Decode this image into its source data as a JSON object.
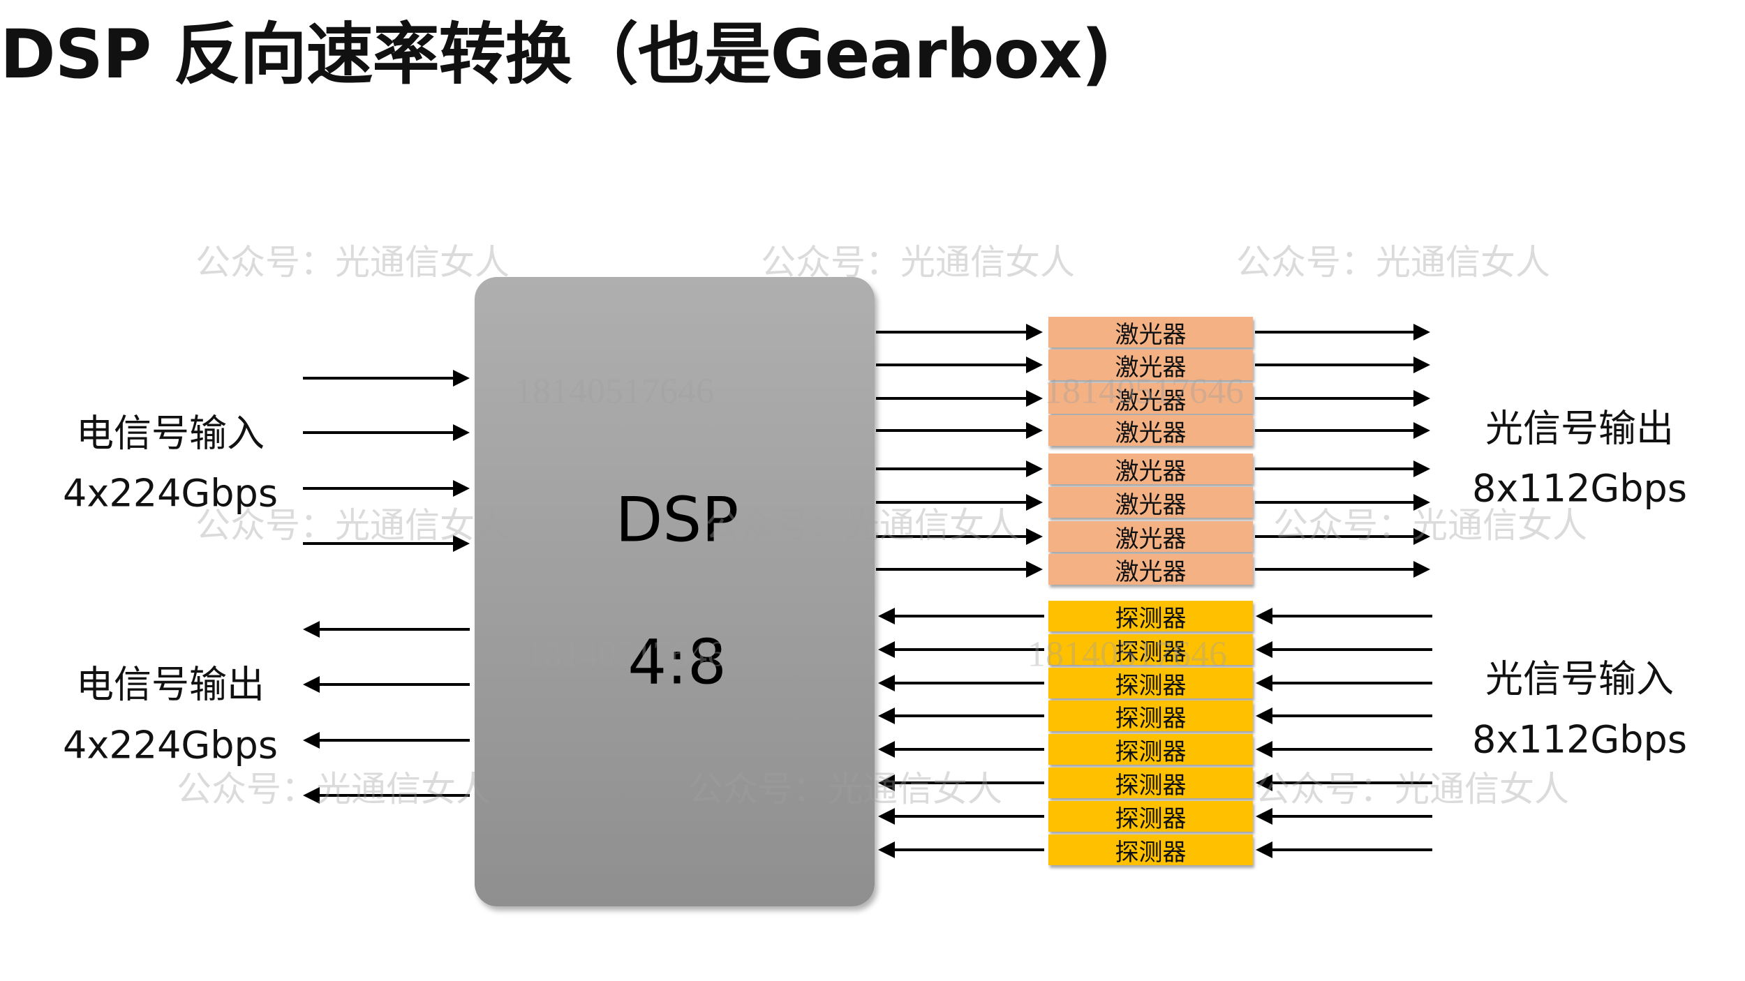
{
  "title": "DSP 反向速率转换（也是Gearbox)",
  "left": {
    "input_label": "电信号输入",
    "input_rate": "4x224Gbps",
    "output_label": "电信号输出",
    "output_rate": "4x224Gbps"
  },
  "dsp": {
    "name": "DSP",
    "ratio": "4:8"
  },
  "lasers": [
    "激光器",
    "激光器",
    "激光器",
    "激光器",
    "激光器",
    "激光器",
    "激光器",
    "激光器"
  ],
  "detectors": [
    "探测器",
    "探测器",
    "探测器",
    "探测器",
    "探测器",
    "探测器",
    "探测器",
    "探测器"
  ],
  "right": {
    "output_label": "光信号输出",
    "output_rate": "8x112Gbps",
    "input_label": "光信号输入",
    "input_rate": "8x112Gbps"
  },
  "watermarks": {
    "account": "公众号：光通信女人",
    "phone": "18140517646"
  },
  "colors": {
    "laser": "#f4b183",
    "detector": "#ffc000",
    "dsp": "#a0a0a0"
  }
}
